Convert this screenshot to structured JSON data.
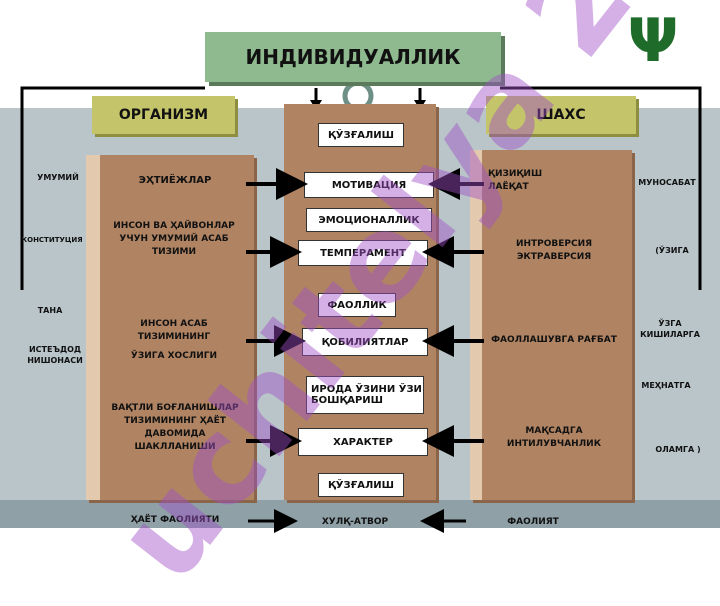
{
  "title": "ИНДИВИДУАЛЛИК",
  "left_header": "ОРГАНИЗМ",
  "right_header": "ШАХС",
  "center_items": [
    "ҚЎЗҒАЛИШ",
    "МОТИВАЦИЯ",
    "ЭМОЦИОНАЛЛИК",
    "ТЕМПЕРАМЕНТ",
    "ФАОЛЛИК",
    "ҚОБИЛИЯТЛАР",
    "ИРОДА ЎЗИНИ ЎЗИ БОШҚАРИШ",
    "ХАРАКТЕР",
    "ҚЎЗҒАЛИШ"
  ],
  "left_items": [
    "ЭҲТИЁЖЛАР",
    "ИНСОН ВА ҲАЙВОНЛАР УЧУН УМУМИЙ АСАБ ТИЗИМИ",
    "ИНСОН АСАБ ТИЗИМИНИНГ",
    "ЎЗИГА ХОСЛИГИ",
    "ВАҚТЛИ БОҒЛАНИШЛАР ТИЗИМИНИНГ ҲАЁТ ДАВОМИДА ШАКЛЛАНИШИ"
  ],
  "right_items": [
    "ҚИЗИҚИШ ЛАЁҚАТ",
    "ИНТРОВЕРСИЯ ЭКТРАВЕРСИЯ",
    "ФАОЛЛАШУВГА РАҒБАТ",
    "МАҚСАДГА ИНТИЛУВЧАНЛИК"
  ],
  "left_side": [
    "УМУМИЙ",
    "КОНСТИТУЦИЯ",
    "ТАНА",
    "ИСТЕЪДОД НИШОНАСИ"
  ],
  "right_side": [
    "МУНОСАБАТ",
    "(ЎЗИГА",
    "ЎЗГА КИШИЛАРГА",
    "МЕҲНАТГА",
    "ОЛАМГА )"
  ],
  "bottom": [
    "ҲАЁТ ФАОЛИЯТИ",
    "ХУЛҚ-АТВОР",
    "ФАОЛИЯТ"
  ],
  "logo": "Ψ",
  "watermark": "uchitelya 24",
  "colors": {
    "col": "#b08463",
    "header_green": "#c4c46a",
    "title_green": "#8fb98f",
    "logo": "#1f6b2a"
  }
}
